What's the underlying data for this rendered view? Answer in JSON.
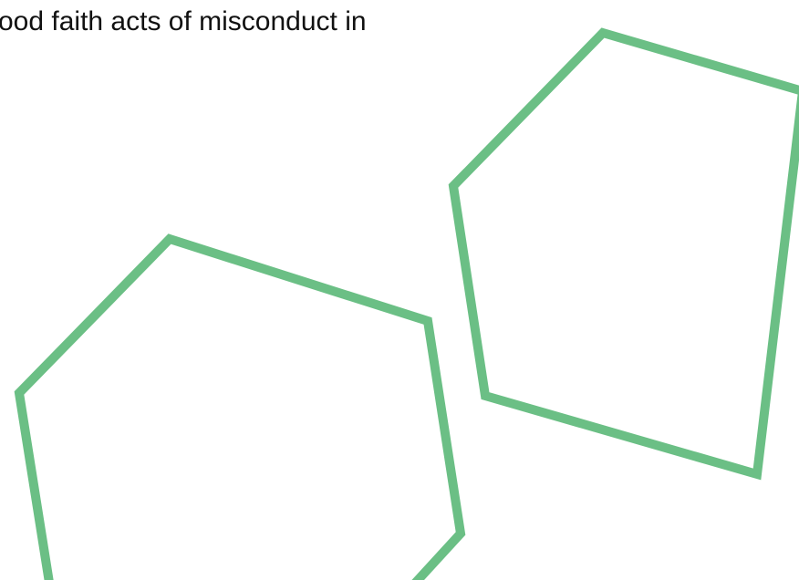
{
  "document": {
    "text_line": "ood faith acts of misconduct in"
  },
  "decoration": {
    "shape": "hexagon-outline",
    "stroke_color": "#6bbf85",
    "count": 2
  }
}
